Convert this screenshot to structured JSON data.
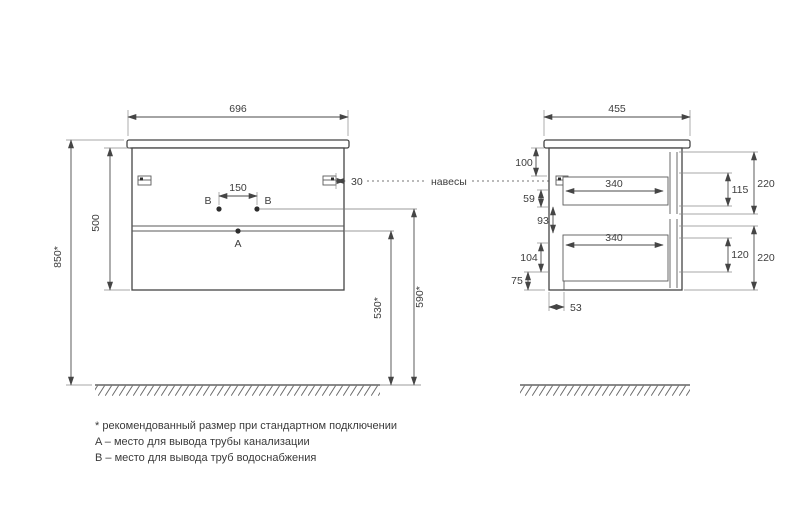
{
  "front_view": {
    "dim_width": "696",
    "dim_total_height": "850*",
    "dim_cabinet_height": "500",
    "dim_b_spacing": "150",
    "dim_bracket_offset": "30",
    "hangers_label": "навесы",
    "dim_supply_height": "590*",
    "dim_drain_height": "530*",
    "point_a": "A",
    "point_b_left": "B",
    "point_b_right": "B"
  },
  "side_view": {
    "dim_depth": "455",
    "dim_top_offset": "100",
    "dim_59": "59",
    "dim_93": "93",
    "dim_drawer_top_inner": "340",
    "dim_drawer_bottom_inner": "340",
    "dim_115": "115",
    "dim_front_top": "220",
    "dim_104": "104",
    "dim_120": "120",
    "dim_front_bottom": "220",
    "dim_75": "75",
    "dim_53": "53"
  },
  "notes": {
    "line1": "* рекомендованный размер при стандартном подключении",
    "line2": "A – место для вывода трубы канализации",
    "line3": "B – место для вывода труб водоснабжения"
  }
}
